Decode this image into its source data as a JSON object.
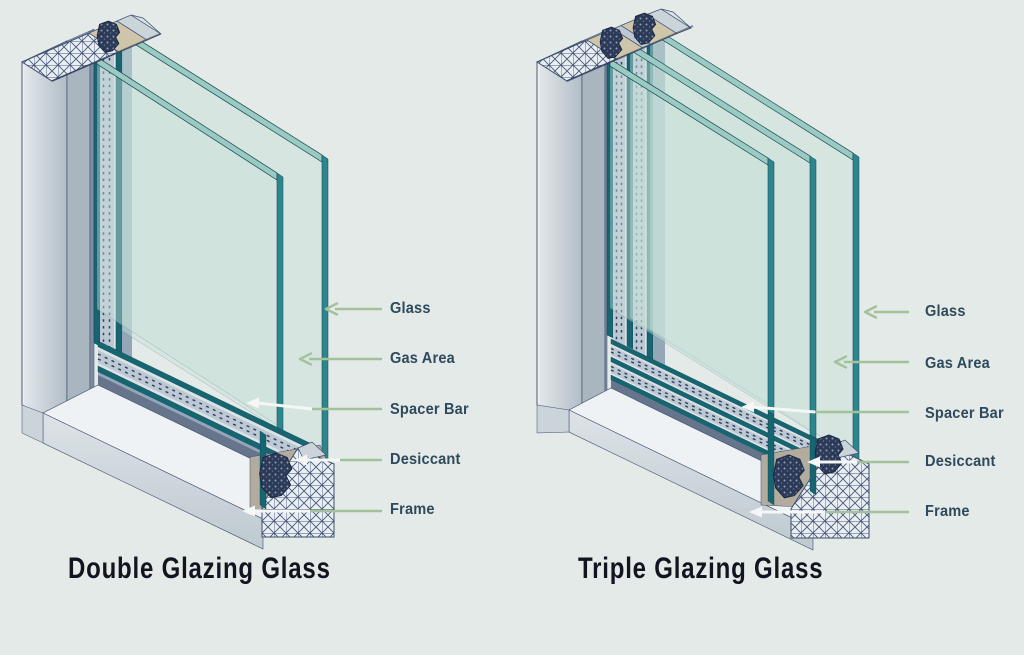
{
  "page": {
    "background": "#e3eae7"
  },
  "colors": {
    "background": "#e3eae7",
    "glass_teal": "#176570",
    "glass_teal_face": "#2e858e",
    "arrow_green": "#a3c29c",
    "arrow_white": "#f4f7f5",
    "label_text": "#2e4a5c",
    "title_text": "#12151f",
    "desiccant": "#2c3a57",
    "sealant": "#cfc5ab",
    "frame_outline": "#3e4e6e"
  },
  "diagrams": [
    {
      "id": "double",
      "title": "Double Glazing Glass",
      "pane_count": 2,
      "labels": [
        {
          "text": "Glass"
        },
        {
          "text": "Gas Area"
        },
        {
          "text": "Spacer Bar"
        },
        {
          "text": "Desiccant"
        },
        {
          "text": "Frame"
        }
      ]
    },
    {
      "id": "triple",
      "title": "Triple Glazing Glass",
      "pane_count": 3,
      "labels": [
        {
          "text": "Glass"
        },
        {
          "text": "Gas Area"
        },
        {
          "text": "Spacer Bar"
        },
        {
          "text": "Desiccant"
        },
        {
          "text": "Frame"
        }
      ]
    }
  ]
}
